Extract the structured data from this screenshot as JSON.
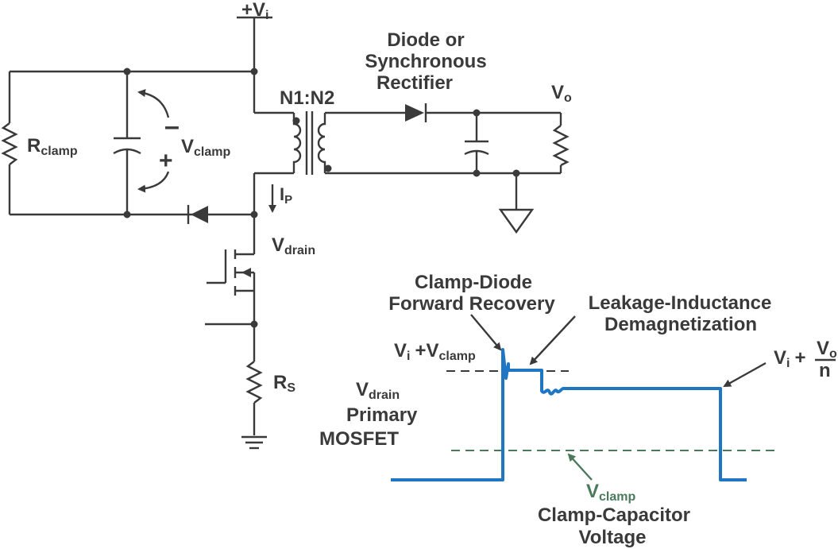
{
  "circuit": {
    "supply_label": "+V",
    "supply_sub": "i",
    "transformer_ratio": "N1:N2",
    "rectifier_label_line1": "Diode or",
    "rectifier_label_line2": "Synchronous",
    "rectifier_label_line3": "Rectifier",
    "output_label": "V",
    "output_sub": "o",
    "rclamp_label": "R",
    "rclamp_sub": "clamp",
    "vclamp_label": "V",
    "vclamp_sub": "clamp",
    "minus_sign": "–",
    "plus_sign": "+",
    "ip_label": "I",
    "ip_sub": "P",
    "vdrain_label": "V",
    "vdrain_sub": "drain",
    "rs_label": "R",
    "rs_sub": "S"
  },
  "waveform": {
    "ylabel_line1": "V",
    "ylabel_line1_sub": "drain",
    "ylabel_line2": "Primary",
    "ylabel_line3": "MOSFET",
    "clamp_diode_line1": "Clamp-Diode",
    "clamp_diode_line2": "Forward Recovery",
    "leakage_line1": "Leakage-Inductance",
    "leakage_line2": "Demagnetization",
    "peak_label_v": "V",
    "peak_label_vsub": "i",
    "peak_label_plus": "+V",
    "peak_label_sub": "clamp",
    "plateau_label_v": "V",
    "plateau_label_vsub": "i",
    "plateau_label_plus": "+",
    "plateau_num": "V",
    "plateau_num_sub": "o",
    "plateau_den": "n",
    "vclamp_label": "V",
    "vclamp_sub": "clamp",
    "cap_line1": "Clamp-Capacitor",
    "cap_line2": "Voltage",
    "colors": {
      "waveform": "#1f77c4",
      "clamp_level": "#4a7a5c",
      "text": "#3a3a3a"
    }
  }
}
